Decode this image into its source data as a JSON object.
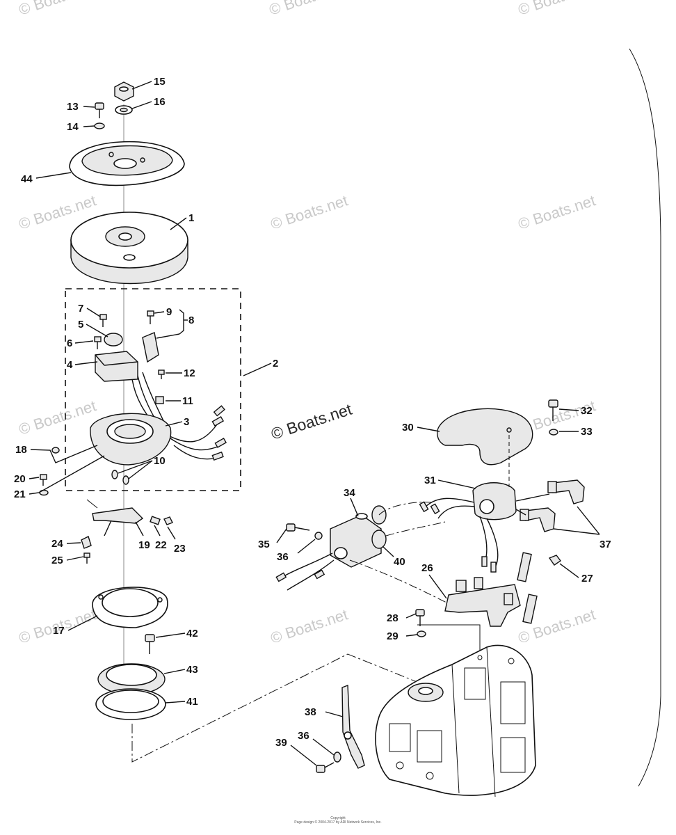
{
  "watermark": {
    "text": "© Boats.net",
    "main_text": "© Boats.net"
  },
  "footer": {
    "line1": "Copyright",
    "line2": "Page design © 2004-2017 by ARI Network Services, Inc."
  },
  "callouts": [
    {
      "id": "c15",
      "label": "15"
    },
    {
      "id": "c16",
      "label": "16"
    },
    {
      "id": "c13",
      "label": "13"
    },
    {
      "id": "c14",
      "label": "14"
    },
    {
      "id": "c44",
      "label": "44"
    },
    {
      "id": "c1",
      "label": "1"
    },
    {
      "id": "c7",
      "label": "7"
    },
    {
      "id": "c9",
      "label": "9"
    },
    {
      "id": "c8",
      "label": "8"
    },
    {
      "id": "c5",
      "label": "5"
    },
    {
      "id": "c6",
      "label": "6"
    },
    {
      "id": "c4",
      "label": "4"
    },
    {
      "id": "c2",
      "label": "2"
    },
    {
      "id": "c12",
      "label": "12"
    },
    {
      "id": "c11",
      "label": "11"
    },
    {
      "id": "c3",
      "label": "3"
    },
    {
      "id": "c18",
      "label": "18"
    },
    {
      "id": "c10",
      "label": "10"
    },
    {
      "id": "c20",
      "label": "20"
    },
    {
      "id": "c21",
      "label": "21"
    },
    {
      "id": "c24",
      "label": "24"
    },
    {
      "id": "c19",
      "label": "19"
    },
    {
      "id": "c22",
      "label": "22"
    },
    {
      "id": "c23",
      "label": "23"
    },
    {
      "id": "c25",
      "label": "25"
    },
    {
      "id": "c17",
      "label": "17"
    },
    {
      "id": "c42",
      "label": "42"
    },
    {
      "id": "c43",
      "label": "43"
    },
    {
      "id": "c41",
      "label": "41"
    },
    {
      "id": "c30",
      "label": "30"
    },
    {
      "id": "c32",
      "label": "32"
    },
    {
      "id": "c33",
      "label": "33"
    },
    {
      "id": "c31",
      "label": "31"
    },
    {
      "id": "c34",
      "label": "34"
    },
    {
      "id": "c35",
      "label": "35"
    },
    {
      "id": "c36a",
      "label": "36"
    },
    {
      "id": "c40",
      "label": "40"
    },
    {
      "id": "c37",
      "label": "37"
    },
    {
      "id": "c26",
      "label": "26"
    },
    {
      "id": "c27",
      "label": "27"
    },
    {
      "id": "c28",
      "label": "28"
    },
    {
      "id": "c29",
      "label": "29"
    },
    {
      "id": "c38",
      "label": "38"
    },
    {
      "id": "c36b",
      "label": "36"
    },
    {
      "id": "c39",
      "label": "39"
    }
  ]
}
